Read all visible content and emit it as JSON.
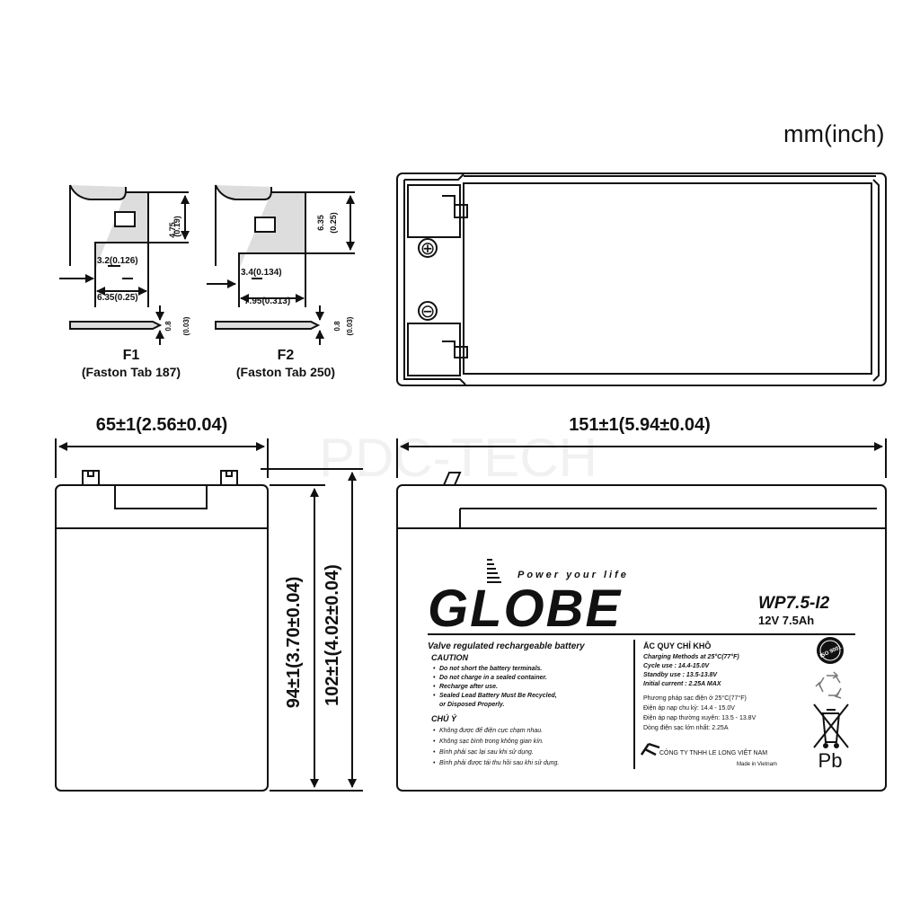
{
  "units_label": "mm(inch)",
  "watermark": "PDC-TECH",
  "terminals": {
    "f1": {
      "name": "F1",
      "type": "(Faston Tab 187)",
      "height": "4.75",
      "height_in": "(0.19)",
      "hole": "3.2(0.126)",
      "width": "6.35(0.25)",
      "thickness": "0.8",
      "thickness_in": "(0.03)"
    },
    "f2": {
      "name": "F2",
      "type": "(Faston Tab 250)",
      "height": "6.35",
      "height_in": "(0.25)",
      "hole": "3.4(0.134)",
      "width": "7.95(0.313)",
      "thickness": "0.8",
      "thickness_in": "(0.03)"
    }
  },
  "top_view": {
    "plus_symbol": "⊕",
    "minus_symbol": "⊖"
  },
  "dimensions": {
    "width": "65±1(2.56±0.04)",
    "length": "151±1(5.94±0.04)",
    "case_height": "94±1(3.70±0.04)",
    "total_height": "102±1(4.02±0.04)"
  },
  "label": {
    "tagline": "Power your life",
    "brand": "GLOBE",
    "model": "WP7.5-I2",
    "rating": "12V 7.5Ah",
    "type_en": "Valve regulated rechargeable battery",
    "caution_title": "CAUTION",
    "caution_items": [
      "Do not short the battery terminals.",
      "Do not charge in a sealed container.",
      "Recharge after use.",
      "Sealed Lead Battery Must Be Recycled,",
      "or Disposed Properly."
    ],
    "vn_caution_title": "CHÚ Ý",
    "vn_caution_items": [
      "Không được để điện cực chạm nhau.",
      "Không sạc bình trong không gian kín.",
      "Bình phải sạc lại sau khi sử dụng.",
      "Bình phải được tái thu hồi sau khi sử dụng."
    ],
    "type_vn": "ẮC QUY CHỈ KHÔ",
    "charging_lines": [
      "Charging Methods at 25°C(77°F)",
      "Cycle  use : 14.4-15.0V",
      "Standby use : 13.5-13.8V",
      "Initial current : 2.25A MAX"
    ],
    "vn_charging_lines": [
      "Phương pháp sạc điện ở 25°C(77°F)",
      "Điện áp nạp chu kỳ: 14.4 - 15.0V",
      "Điện áp nạp thường xuyên: 13.5 - 13.8V",
      "Dòng điện sạc lớn nhất: 2.25A"
    ],
    "company": "CÔNG TY TNHH LE LONG VIỆT NAM",
    "made_in": "Made in Vietnam",
    "iso_badge": "ISO 9001",
    "pb_mark": "Pb"
  }
}
